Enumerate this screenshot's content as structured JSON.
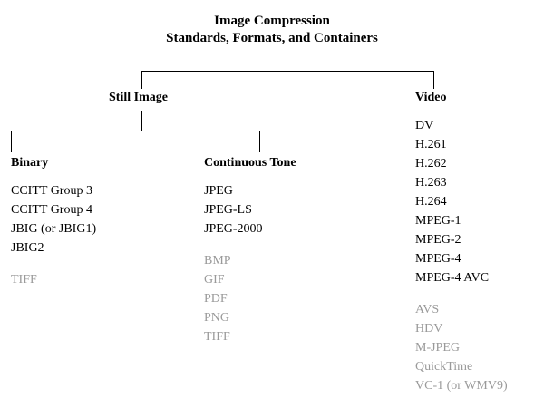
{
  "title": {
    "line1": "Image Compression",
    "line2": "Standards, Formats, and Containers"
  },
  "nodes": {
    "still_image": "Still Image",
    "video": "Video",
    "binary": "Binary",
    "continuous_tone": "Continuous Tone"
  },
  "lists": {
    "binary": [
      {
        "label": "CCITT Group 3",
        "dim": false,
        "gap": false
      },
      {
        "label": "CCITT Group 4",
        "dim": false,
        "gap": false
      },
      {
        "label": "JBIG (or JBIG1)",
        "dim": false,
        "gap": false
      },
      {
        "label": "JBIG2",
        "dim": false,
        "gap": false
      },
      {
        "label": "TIFF",
        "dim": true,
        "gap": true
      }
    ],
    "continuous_tone": [
      {
        "label": "JPEG",
        "dim": false,
        "gap": false
      },
      {
        "label": "JPEG-LS",
        "dim": false,
        "gap": false
      },
      {
        "label": "JPEG-2000",
        "dim": false,
        "gap": false
      },
      {
        "label": "BMP",
        "dim": true,
        "gap": true
      },
      {
        "label": "GIF",
        "dim": true,
        "gap": false
      },
      {
        "label": "PDF",
        "dim": true,
        "gap": false
      },
      {
        "label": "PNG",
        "dim": true,
        "gap": false
      },
      {
        "label": "TIFF",
        "dim": true,
        "gap": false
      }
    ],
    "video": [
      {
        "label": "DV",
        "dim": false,
        "gap": false
      },
      {
        "label": "H.261",
        "dim": false,
        "gap": false
      },
      {
        "label": "H.262",
        "dim": false,
        "gap": false
      },
      {
        "label": "H.263",
        "dim": false,
        "gap": false
      },
      {
        "label": "H.264",
        "dim": false,
        "gap": false
      },
      {
        "label": "MPEG-1",
        "dim": false,
        "gap": false
      },
      {
        "label": "MPEG-2",
        "dim": false,
        "gap": false
      },
      {
        "label": "MPEG-4",
        "dim": false,
        "gap": false
      },
      {
        "label": "MPEG-4 AVC",
        "dim": false,
        "gap": false
      },
      {
        "label": "AVS",
        "dim": true,
        "gap": true
      },
      {
        "label": "HDV",
        "dim": true,
        "gap": false
      },
      {
        "label": "M-JPEG",
        "dim": true,
        "gap": false
      },
      {
        "label": "QuickTime",
        "dim": true,
        "gap": false
      },
      {
        "label": "VC-1 (or WMV9)",
        "dim": true,
        "gap": false
      }
    ]
  },
  "colors": {
    "text": "#000000",
    "dim_text": "#9a9a9a",
    "line": "#000000",
    "background": "#ffffff"
  }
}
